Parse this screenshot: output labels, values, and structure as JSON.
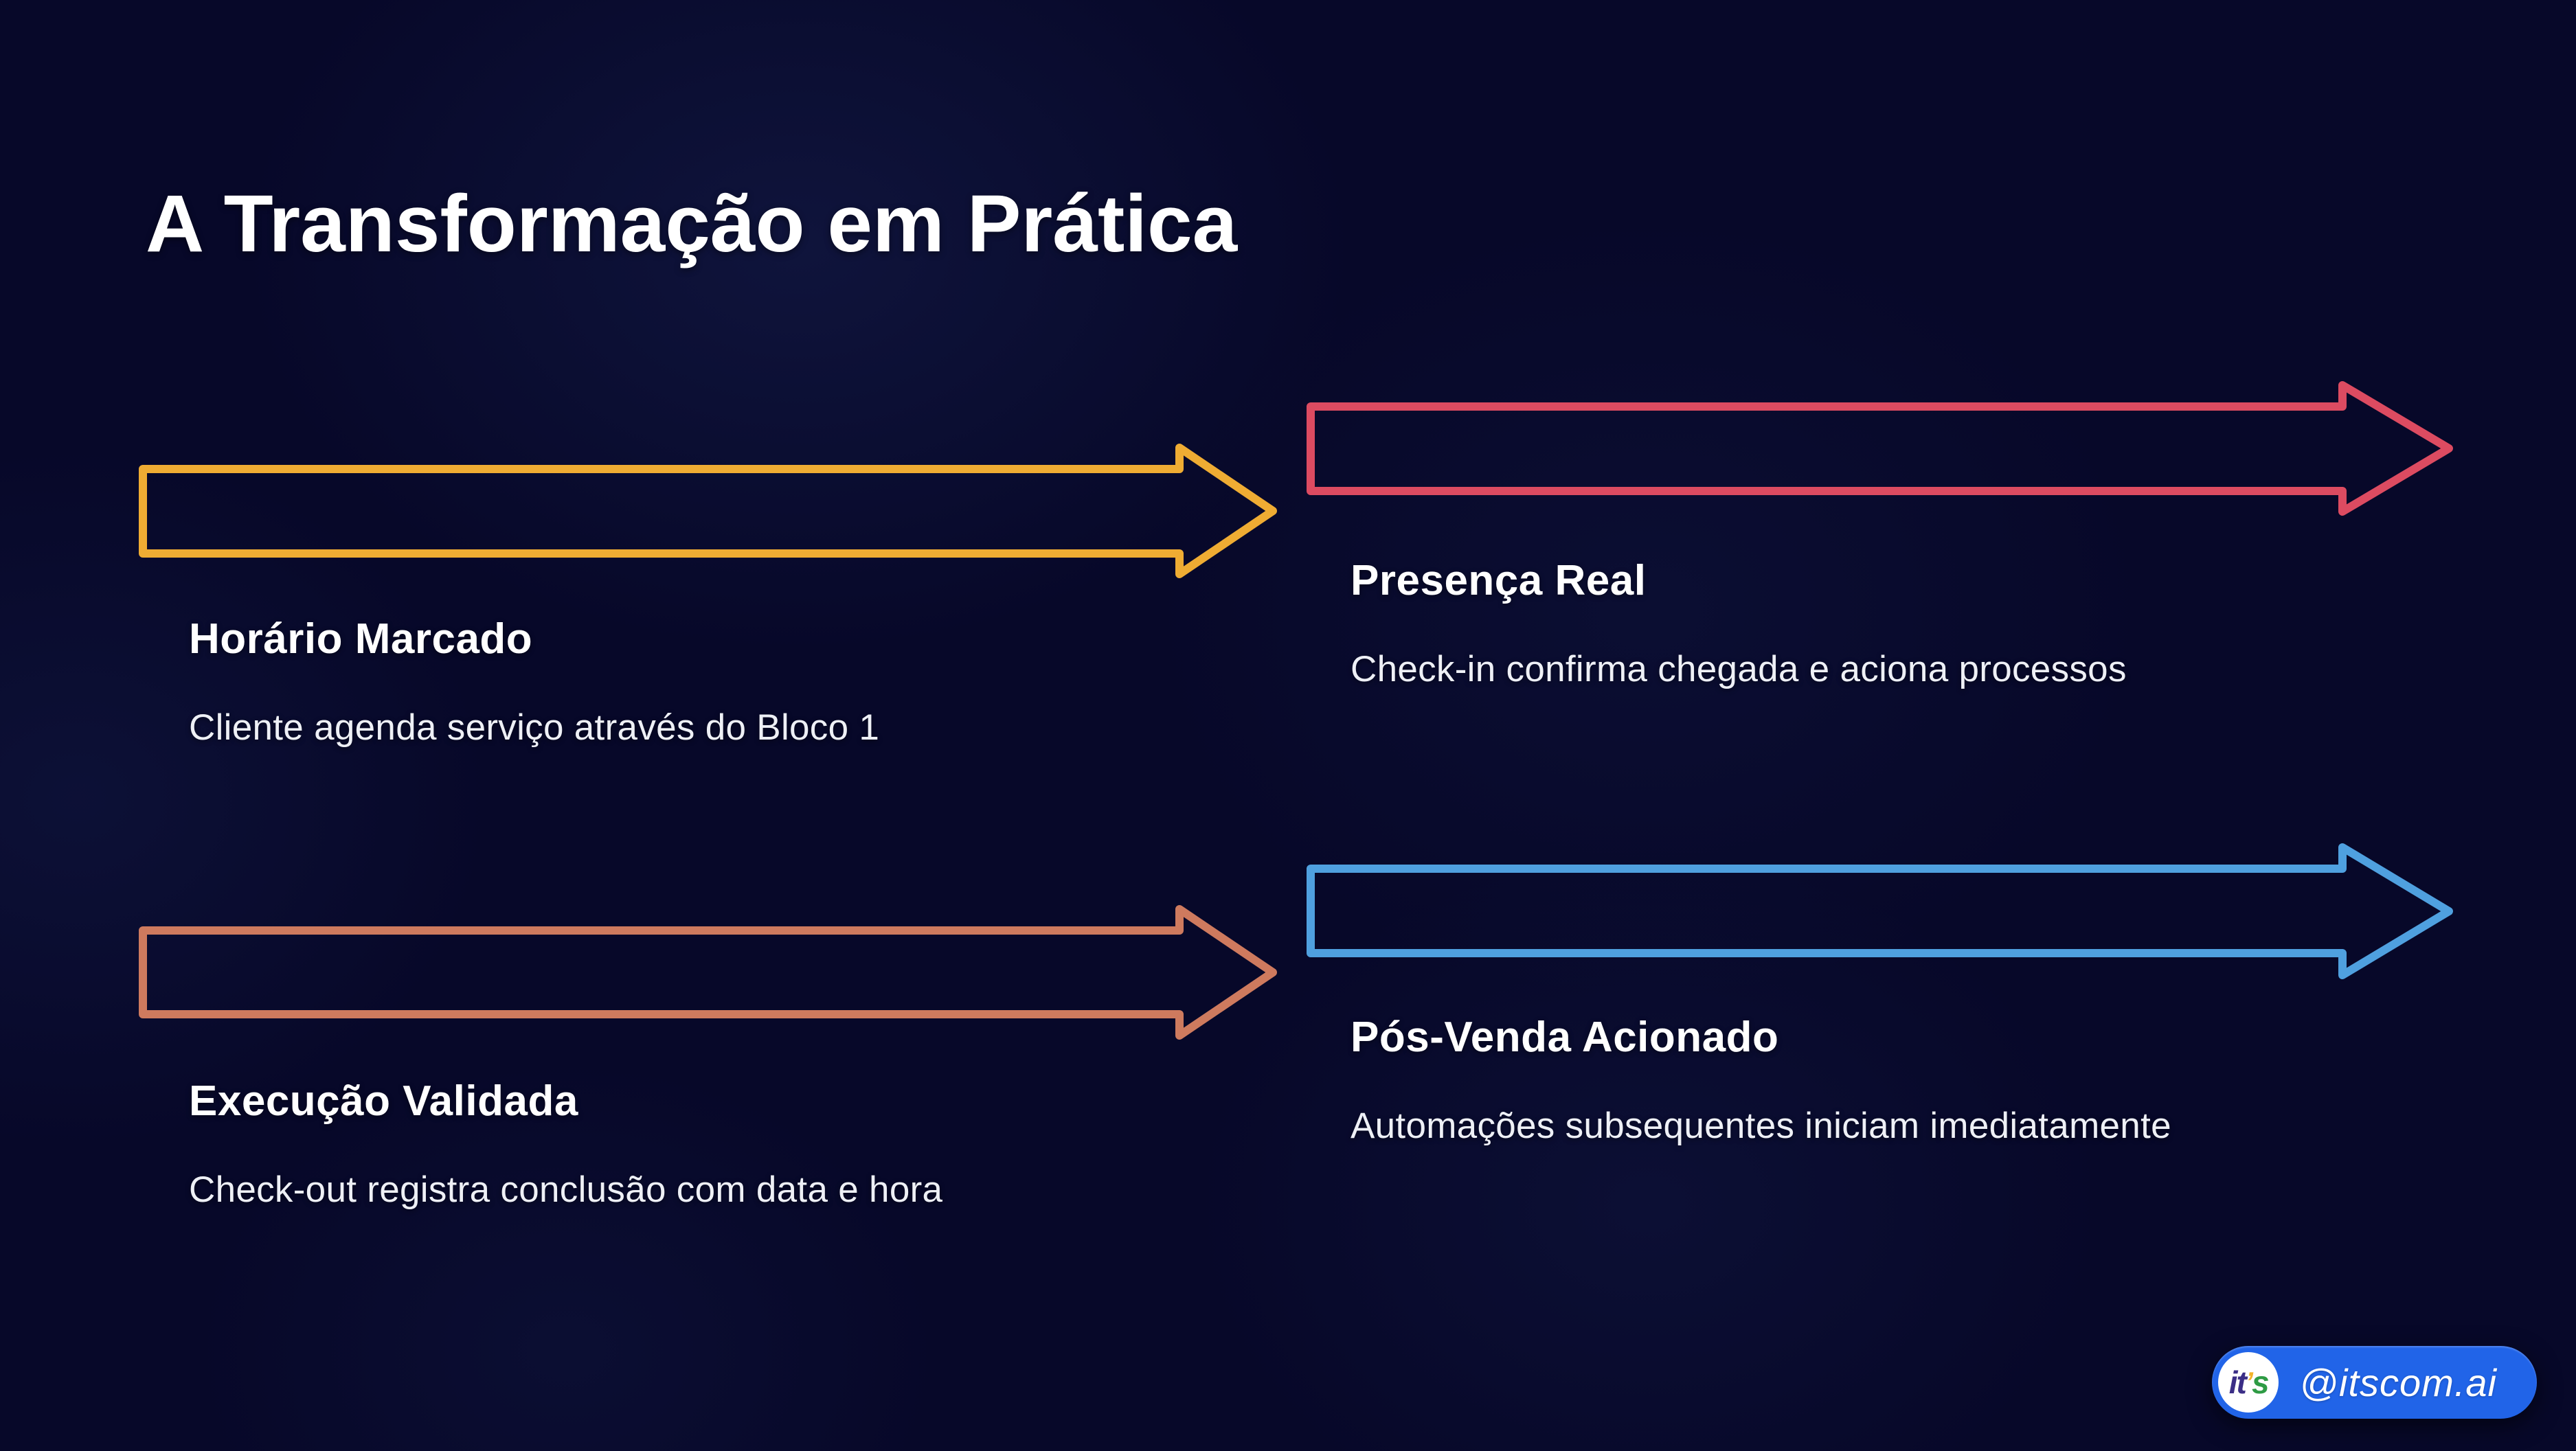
{
  "page": {
    "title": "A Transformação em Prática",
    "background_color": "#070829"
  },
  "steps": [
    {
      "heading": "Horário Marcado",
      "description": "Cliente agenda serviço através do Bloco 1",
      "arrow_color": "#EFAC33",
      "arrow_direction": "right"
    },
    {
      "heading": "Presença Real",
      "description": "Check-in confirma chegada e aciona processos",
      "arrow_color": "#DC4B61",
      "arrow_direction": "right"
    },
    {
      "heading": "Execução Validada",
      "description": "Check-out registra conclusão com data e hora",
      "arrow_color": "#CE7A5E",
      "arrow_direction": "right"
    },
    {
      "heading": "Pós-Venda Acionado",
      "description": "Automações subsequentes iniciam imediatamente",
      "arrow_color": "#4FA0DF",
      "arrow_direction": "right"
    }
  ],
  "badge": {
    "handle": "@itscom.ai",
    "pill_color": "#2164E8",
    "logo": {
      "it": "it",
      "apostrophe": "’",
      "s": "s"
    }
  }
}
